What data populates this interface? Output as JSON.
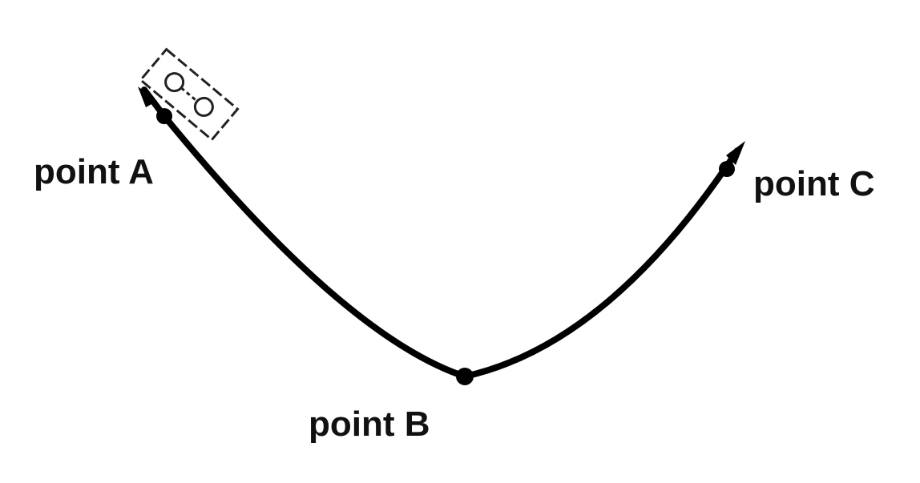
{
  "diagram": {
    "points": [
      {
        "id": "A",
        "label": "point A"
      },
      {
        "id": "B",
        "label": "point B"
      },
      {
        "id": "C",
        "label": "point C"
      }
    ],
    "colors": {
      "stroke": "#000000",
      "label": "#111111",
      "background": "#ffffff"
    },
    "icons": {
      "handle": "two-circle-handle-icon",
      "start_arrow": "arrow-head-icon",
      "end_arrow": "arrow-head-icon"
    }
  }
}
